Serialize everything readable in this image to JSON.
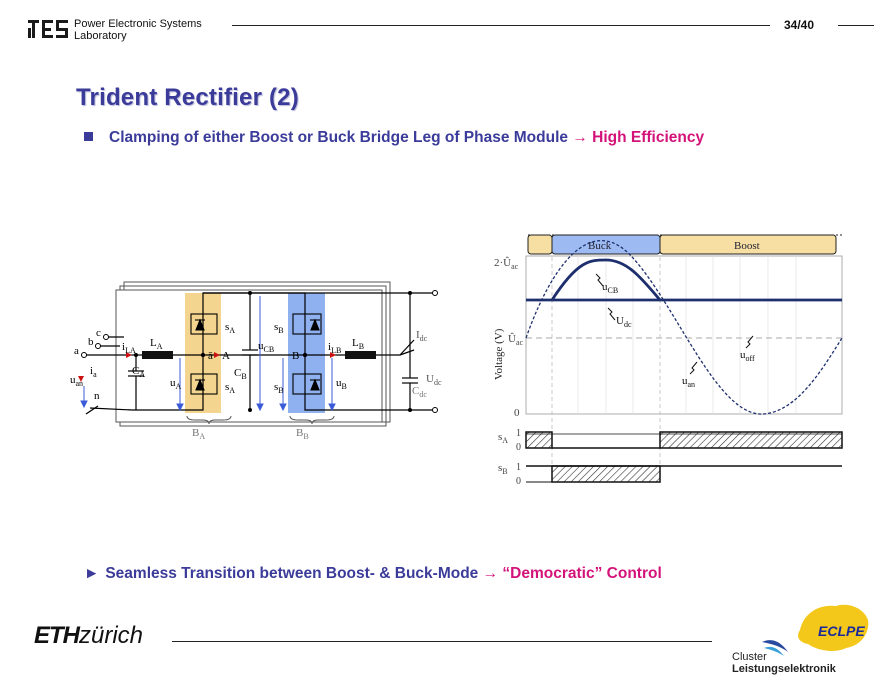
{
  "header": {
    "lab_line1": "Power Electronic Systems",
    "lab_line2": "Laboratory",
    "page_number": "34/40"
  },
  "slide": {
    "title": "Trident Rectifier (2)",
    "bullet1_text": "Clamping of either Boost or Buck Bridge Leg of Phase Module",
    "bullet1_arrow": "→",
    "bullet1_highlight": "High Efficiency",
    "bullet2_marker": "►",
    "bullet2_text": "Seamless Transition between Boost- & Buck-Mode",
    "bullet2_arrow": "→",
    "bullet2_highlight": "“Democratic” Control"
  },
  "circuit": {
    "labels": {
      "a": "a",
      "b": "b",
      "c": "c",
      "n": "n",
      "iLA": "i",
      "iLA_sub": "LA",
      "ia": "i",
      "ia_sub": "a",
      "uan": "u",
      "uan_sub": "an",
      "LA": "L",
      "LA_sub": "A",
      "CA": "C",
      "CA_sub": "A",
      "uA": "u",
      "uA_sub": "A",
      "sA": "s",
      "sA_sub": "A",
      "sAbar": "s",
      "sAbar_sub": "A",
      "A_node": "A",
      "abar": "ā",
      "CB": "C",
      "CB_sub": "B",
      "uCB": "u",
      "uCB_sub": "CB",
      "sB": "s",
      "sB_sub": "B",
      "sBbar": "s",
      "sBbar_sub": "B",
      "B_node": "B",
      "iLB": "i",
      "iLB_sub": "LB",
      "LB": "L",
      "LB_sub": "B",
      "uB": "u",
      "uB_sub": "B",
      "Idc": "I",
      "Idc_sub": "dc",
      "Udc": "U",
      "Udc_sub": "dc",
      "Cdc": "C",
      "Cdc_sub": "dc",
      "BA": "B",
      "BA_sub": "A",
      "BB": "B",
      "BB_sub": "B"
    },
    "colors": {
      "leg_A": "#f3d58f",
      "leg_B": "#8fb1ef"
    }
  },
  "waveform": {
    "mode_buck": "Buck",
    "mode_boost": "Boost",
    "y_axis_label": "Voltage (V)",
    "y_tick_top": "2·Û",
    "y_tick_top_sub": "ac",
    "y_tick_mid": "Û",
    "y_tick_mid_sub": "ac",
    "y_tick_zero": "0",
    "curve_uCB": "u",
    "curve_uCB_sub": "CB",
    "curve_Udc": "U",
    "curve_Udc_sub": "dc",
    "curve_uoff": "u",
    "curve_uoff_sub": "off",
    "curve_uan": "u",
    "curve_uan_sub": "an",
    "sA_label": "s",
    "sA_sub": "A",
    "sB_label": "s",
    "sB_sub": "B",
    "logic_one": "1",
    "logic_zero": "0",
    "colors": {
      "buck_box": "#9dbbf2",
      "boost_box": "#f7dea3",
      "curve": "#1e2f6e"
    }
  },
  "footer": {
    "eth_bold": "ETH",
    "eth_light": "zürich",
    "cluster_line1": "Cluster",
    "cluster_line2": "Leistungselektronik",
    "eclpe_logo_text": "ECLPE"
  }
}
